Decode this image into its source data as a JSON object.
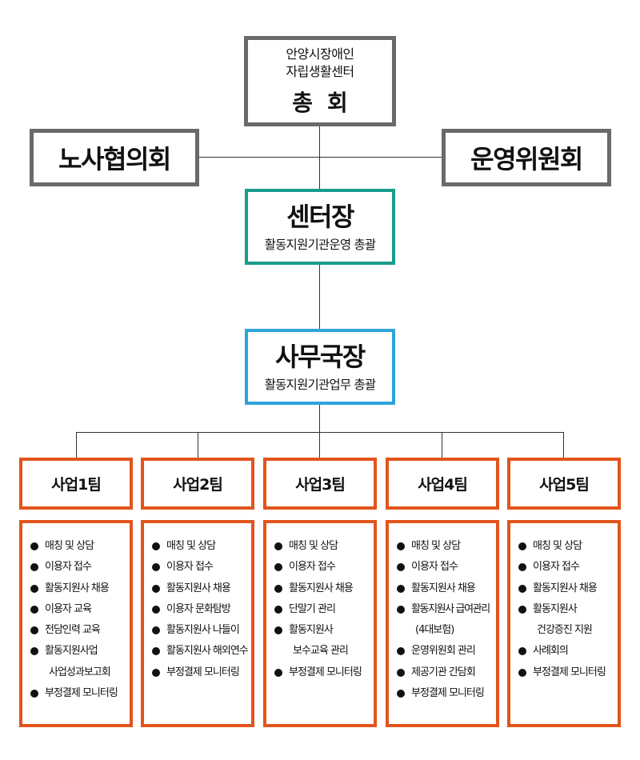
{
  "general_assembly": {
    "line1": "안양시장애인",
    "line2": "자립생활센터",
    "title": "총회"
  },
  "labor_council": {
    "title": "노사협의회"
  },
  "steering_committee": {
    "title": "운영위원회"
  },
  "center_director": {
    "title": "센터장",
    "duty": "활동지원기관운영 총괄"
  },
  "secretary_general": {
    "title": "사무국장",
    "duty": "활동지원기관업무 총괄"
  },
  "teams": [
    {
      "name": "사업1팀",
      "duties": [
        {
          "text": "매칭 및 상담",
          "bullet": true
        },
        {
          "text": "이용자 접수",
          "bullet": true
        },
        {
          "text": "활동지원사 채용",
          "bullet": true
        },
        {
          "text": "이용자 교육",
          "bullet": true
        },
        {
          "text": "전담인력 교육",
          "bullet": true
        },
        {
          "text": "활동지원사업",
          "bullet": true
        },
        {
          "text": "사업성과보고회",
          "bullet": false
        },
        {
          "text": "부정결제 모니터링",
          "bullet": true
        }
      ]
    },
    {
      "name": "사업2팀",
      "duties": [
        {
          "text": "매칭 및 상담",
          "bullet": true
        },
        {
          "text": "이용자 접수",
          "bullet": true
        },
        {
          "text": "활동지원사 채용",
          "bullet": true
        },
        {
          "text": "이용자 문화탐방",
          "bullet": true
        },
        {
          "text": "활동지원사 나들이",
          "bullet": true
        },
        {
          "text": "활동지원사 해외연수",
          "bullet": true
        },
        {
          "text": "부정결제 모니터링",
          "bullet": true
        }
      ]
    },
    {
      "name": "사업3팀",
      "duties": [
        {
          "text": "매칭 및 상담",
          "bullet": true
        },
        {
          "text": "이용자 접수",
          "bullet": true
        },
        {
          "text": "활동지원사 채용",
          "bullet": true
        },
        {
          "text": "단말기 관리",
          "bullet": true
        },
        {
          "text": "활동지원사",
          "bullet": true
        },
        {
          "text": "보수교육 관리",
          "bullet": false
        },
        {
          "text": "부정결제 모니터링",
          "bullet": true
        }
      ]
    },
    {
      "name": "사업4팀",
      "duties": [
        {
          "text": "매칭 및 상담",
          "bullet": true
        },
        {
          "text": "이용자 접수",
          "bullet": true
        },
        {
          "text": "활동지원사 채용",
          "bullet": true
        },
        {
          "text": "활동지원사 급여관리",
          "bullet": true
        },
        {
          "text": "(4대보험)",
          "bullet": false
        },
        {
          "text": "운영위원회 관리",
          "bullet": true
        },
        {
          "text": "제공기관 간담회",
          "bullet": true
        },
        {
          "text": "부정결제 모니터링",
          "bullet": true
        }
      ]
    },
    {
      "name": "사업5팀",
      "duties": [
        {
          "text": "매칭 및 상담",
          "bullet": true
        },
        {
          "text": "이용자 접수",
          "bullet": true
        },
        {
          "text": "활동지원사 채용",
          "bullet": true
        },
        {
          "text": "활동지원사",
          "bullet": true
        },
        {
          "text": "건강증진 지원",
          "bullet": false
        },
        {
          "text": "사례회의",
          "bullet": true
        },
        {
          "text": "부정결제 모니터링",
          "bullet": true
        }
      ]
    }
  ]
}
